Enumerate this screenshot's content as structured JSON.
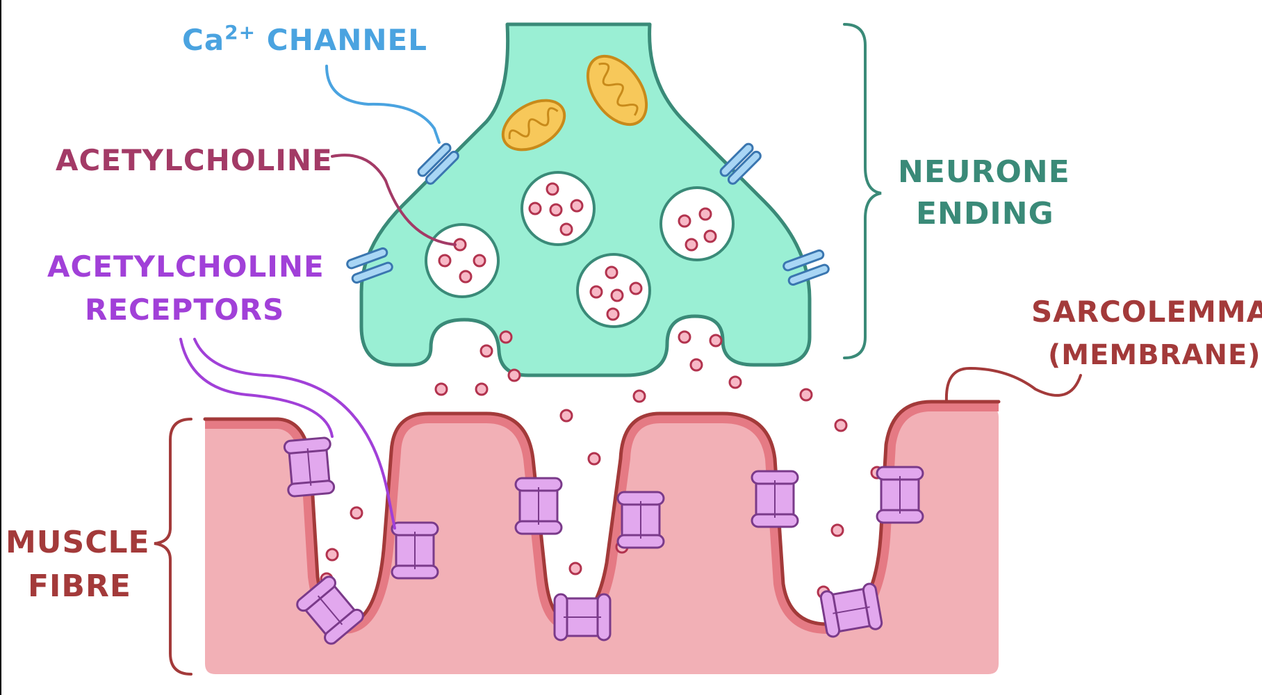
{
  "labels": {
    "ca_channel_prefix": "Ca",
    "ca_channel_sup": "2+",
    "ca_channel_word": " CHANNEL",
    "acetylcholine": "ACETYLCHOLINE",
    "receptors_line1": "ACETYLCHOLINE",
    "receptors_line2": "RECEPTORS",
    "neurone_line1": "NEURONE",
    "neurone_line2": "ENDING",
    "sarcolemma_line1": "SARCOLEMMA",
    "sarcolemma_line2": "(MEMBRANE)",
    "muscle_line1": "MUSCLE",
    "muscle_line2": "FIBRE"
  },
  "colors": {
    "neurone_fill": "#9aefd4",
    "neurone_stroke": "#3a8a78",
    "muscle_fill": "#f2b0b6",
    "muscle_stroke": "#a33a3a",
    "membrane_inner": "#e57a84",
    "receptor_fill": "#e2a8ee",
    "receptor_stroke": "#7a3a8a",
    "channel_fill": "#a9d6f5",
    "channel_stroke": "#3a76b0",
    "mito_fill": "#f7c85a",
    "mito_stroke": "#c88a1a",
    "ach_fill": "#f7b8c6",
    "ach_stroke": "#b2334e",
    "ca_label": "#4aa3e0",
    "ach_label": "#a33a66",
    "receptor_label": "#a140d8",
    "neurone_label": "#3a8a78",
    "muscle_label": "#a33a3a"
  }
}
